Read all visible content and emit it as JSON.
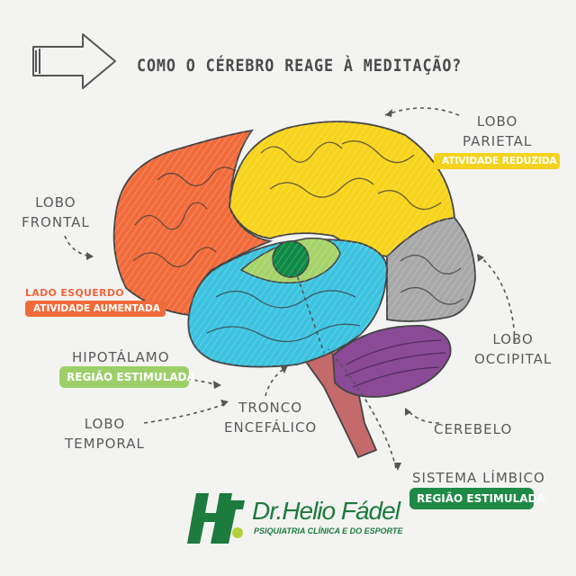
{
  "title": "COMO O CÉREBRO REAGE À MEDITAÇÃO?",
  "labels": {
    "lobo_parietal": [
      "LOBO",
      "PARIETAL"
    ],
    "lobo_frontal": [
      "LOBO",
      "FRONTAL"
    ],
    "lobo_occipital": [
      "LOBO",
      "OCCIPITAL"
    ],
    "hipotalamo": "HIPOTÁLAMO",
    "lobo_temporal": [
      "LOBO",
      "TEMPORAL"
    ],
    "tronco": [
      "TRONCO",
      "ENCEFÁLICO"
    ],
    "cerebelo": "CEREBELO",
    "sistema_limbico": "SISTEMA LÍMBICO",
    "lado_esquerdo": "LADO ESQUERDO"
  },
  "tags": {
    "atividade_reduzida": "ATIVIDADE REDUZIDA",
    "atividade_aumentada": "ATIVIDADE AUMENTADA",
    "regiao_estimulada_hipotalamo": "REGIÃO ESTIMULADA",
    "regiao_estimulada_limbico": "REGIÃO ESTIMULADA"
  },
  "brand": {
    "name": "Dr.Helio Fádel",
    "subtitle": "PSIQUIATRIA CLÍNICA E DO ESPORTE"
  },
  "colors": {
    "frontal": "#f26b3a",
    "parietal": "#f7d41c",
    "occipital": "#a8a8a8",
    "temporal": "#3cc3e0",
    "hipotalamo": "#a6d36a",
    "limbico": "#0e8a44",
    "cerebelo": "#8a4a96",
    "tronco": "#c46a6a",
    "tag_yellow": "#f3d31f",
    "tag_orange": "#f26b3a",
    "tag_lightgreen": "#9ccf6a",
    "tag_darkgreen": "#1f8a45",
    "brand_green": "#1c7b3d"
  }
}
